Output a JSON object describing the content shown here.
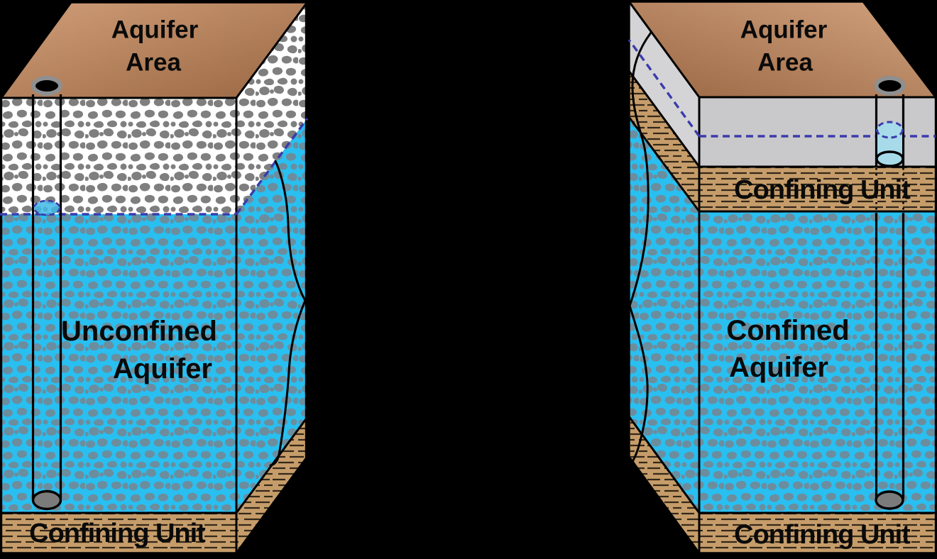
{
  "figure": {
    "background_color": "#000000",
    "left_block": {
      "surface_label": {
        "line1": "Aquifer",
        "line2": "Area"
      },
      "aquifer_label": {
        "line1": "Unconfined",
        "line2": "Aquifer"
      },
      "confining_label": "Confining Unit"
    },
    "right_block": {
      "surface_label": {
        "line1": "Aquifer",
        "line2": "Area"
      },
      "upper_confining_label": "Confining Unit",
      "aquifer_label": {
        "line1": "Confined",
        "line2": "Aquifer"
      },
      "lower_confining_label": "Confining Unit"
    },
    "colors": {
      "background": "#000000",
      "land_surface_light": "#D2A27E",
      "land_surface_dark": "#9A6743",
      "unsaturated_zone_bg": "#FFFFFF",
      "unsaturated_pebbles": "#7F7F7F",
      "aquifer_bg": "#29BFF0",
      "aquifer_pebbles": "#6C8D9E",
      "confining_unit_bg": "#C69D6A",
      "confining_unit_dashes": "#33281A",
      "surficial_unit_gray_front": "#C9C9CC",
      "surficial_unit_gray_side": "#D4D4D6",
      "water_line_dash": "#3B3BAB",
      "well_water_light": "#A7DBEA",
      "well_water_table_fill": "#3FB8E8",
      "well_cap": "#000000",
      "well_cap_rim": "#8F8F8F",
      "well_bottom": "#7B7B7B"
    },
    "icons": {
      "left_well": "monitoring-well-icon",
      "right_well": "artesian-well-icon"
    }
  }
}
